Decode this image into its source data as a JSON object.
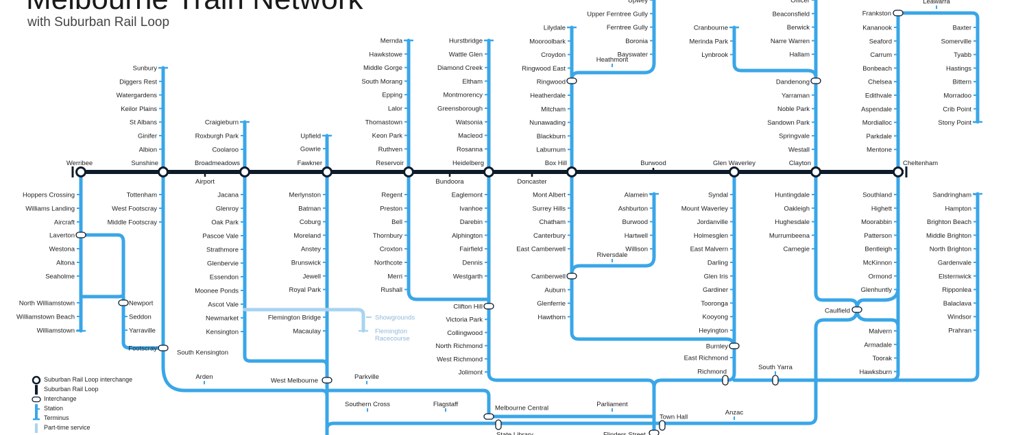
{
  "header": {
    "title": "Melbourne Train Network",
    "subtitle": "with Suburban Rail Loop"
  },
  "colors": {
    "line": "#3aa6e8",
    "part_time": "#a8d4f2",
    "srl": "#0d1b2a",
    "text": "#222222",
    "part_time_text": "#8fb8d8"
  },
  "srl": {
    "interchanges": [
      "Werribee",
      "Sunshine",
      "Broadmeadows",
      "Fawkner",
      "Reservoir",
      "Heidelberg",
      "Box Hill",
      "Glen Waverley",
      "Clayton",
      "Cheltenham"
    ],
    "stations": [
      "Airport",
      "Bundoora",
      "Doncaster",
      "Burwood"
    ]
  },
  "lines": {
    "sunbury": [
      "Sunbury",
      "Diggers Rest",
      "Watergardens",
      "Keilor Plains",
      "St Albans",
      "Ginifer",
      "Albion",
      "Tottenham",
      "West Footscray",
      "Middle Footscray"
    ],
    "werribee": [
      "Hoppers Crossing",
      "Williams Landing",
      "Aircraft",
      "Laverton",
      "Westona",
      "Altona",
      "Seaholme"
    ],
    "williamstown": [
      "North Williamstown",
      "Williamstown Beach",
      "Williamstown"
    ],
    "newport_line": [
      "Newport",
      "Seddon",
      "Yarraville",
      "Footscray",
      "South Kensington"
    ],
    "craigieburn": [
      "Craigieburn",
      "Roxburgh Park",
      "Coolaroo",
      "Jacana",
      "Glenroy",
      "Oak Park",
      "Pascoe Vale",
      "Strathmore",
      "Glenbervie",
      "Essendon",
      "Moonee Ponds",
      "Ascot Vale",
      "Newmarket",
      "Kensington"
    ],
    "upfield": [
      "Upfield",
      "Gowrie",
      "Merlynston",
      "Batman",
      "Coburg",
      "Moreland",
      "Anstey",
      "Brunswick",
      "Jewell",
      "Royal Park",
      "Flemington Bridge",
      "Macaulay"
    ],
    "mernda": [
      "Mernda",
      "Hawkstowe",
      "Middle Gorge",
      "South Morang",
      "Epping",
      "Lalor",
      "Thomastown",
      "Keon Park",
      "Ruthven",
      "Regent",
      "Preston",
      "Bell",
      "Thornbury",
      "Croxton",
      "Northcote",
      "Merri",
      "Rushall"
    ],
    "hurstbridge": [
      "Hurstbridge",
      "Wattle Glen",
      "Diamond Creek",
      "Eltham",
      "Montmorency",
      "Greensborough",
      "Watsonia",
      "Macleod",
      "Rosanna",
      "Eaglemont",
      "Ivanhoe",
      "Darebin",
      "Alphington",
      "Fairfield",
      "Dennis",
      "Westgarth"
    ],
    "clifton": [
      "Clifton Hill",
      "Victoria Park",
      "Collingwood",
      "North Richmond",
      "West Richmond",
      "Jolimont"
    ],
    "lilydale": [
      "Lilydale",
      "Mooroolbark",
      "Croydon",
      "Ringwood East",
      "Ringwood",
      "Heatherdale",
      "Mitcham",
      "Nunawading",
      "Blackburn",
      "Laburnum",
      "Mont Albert",
      "Surrey Hills",
      "Chatham",
      "Canterbury",
      "East Camberwell",
      "Camberwell",
      "Auburn",
      "Glenferrie",
      "Hawthorn"
    ],
    "belgrave": [
      "Upwey",
      "Upper Ferntree Gully",
      "Ferntree Gully",
      "Boronia",
      "Bayswater",
      "Heathmont"
    ],
    "alamein": [
      "Alamein",
      "Ashburton",
      "Burwood",
      "Hartwell",
      "Willison",
      "Riversdale"
    ],
    "glen_waverley": [
      "Syndal",
      "Mount Waverley",
      "Jordanville",
      "Holmesglen",
      "East Malvern",
      "Darling",
      "Glen Iris",
      "Gardiner",
      "Tooronga",
      "Kooyong",
      "Heyington",
      "Burnley",
      "East Richmond",
      "Richmond",
      "South Yarra"
    ],
    "cranbourne": [
      "Cranbourne",
      "Merinda Park",
      "Lynbrook"
    ],
    "pakenham": [
      "Officer",
      "Beaconsfield",
      "Berwick",
      "Narre Warren",
      "Hallam",
      "Dandenong",
      "Yarraman",
      "Noble Park",
      "Sandown Park",
      "Springvale",
      "Westall",
      "Huntingdale",
      "Oakleigh",
      "Hughesdale",
      "Murrumbeena",
      "Carnegie",
      "Caulfield",
      "Malvern",
      "Armadale",
      "Toorak",
      "Hawksburn"
    ],
    "frankston": [
      "Frankston",
      "Kananook",
      "Seaford",
      "Carrum",
      "Bonbeach",
      "Chelsea",
      "Edithvale",
      "Aspendale",
      "Mordialloc",
      "Parkdale",
      "Mentone",
      "Southland",
      "Highett",
      "Moorabbin",
      "Patterson",
      "Bentleigh",
      "McKinnon",
      "Ormond",
      "Glenhuntly"
    ],
    "stony_point": [
      "Leawarra",
      "Baxter",
      "Somerville",
      "Tyabb",
      "Hastings",
      "Bittern",
      "Morradoo",
      "Crib Point",
      "Stony Point"
    ],
    "sandringham": [
      "Sandringham",
      "Hampton",
      "Brighton Beach",
      "Middle Brighton",
      "North Brighton",
      "Gardenvale",
      "Elsternwick",
      "Ripponlea",
      "Balaclava",
      "Windsor",
      "Prahran"
    ],
    "city": [
      "Arden",
      "West Melbourne",
      "Parkville",
      "Southern Cross",
      "Flagstaff",
      "Melbourne Central",
      "Parliament",
      "State Library",
      "Flinders Street",
      "Town Hall",
      "Anzac"
    ],
    "part_time": [
      "Showgrounds",
      "Flemington Racecourse"
    ]
  },
  "legend": [
    "Suburban Rail Loop interchange",
    "Suburban Rail Loop",
    "Interchange",
    "Station",
    "Terminus",
    "Part-time service"
  ]
}
